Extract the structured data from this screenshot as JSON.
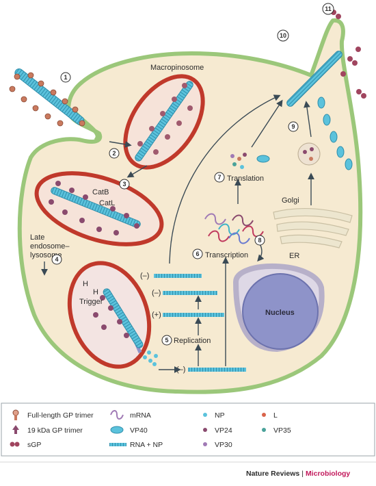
{
  "labels": {
    "macropinosome": "Macropinosome",
    "catb": "CatB",
    "catl": "CatL",
    "late_endosome_1": "Late",
    "late_endosome_2": "endosome–",
    "late_endosome_3": "lysosome",
    "h_plus_1": "H",
    "h_plus_2": "H",
    "trigger": "Trigger",
    "translation": "Translation",
    "transcription": "Transcription",
    "replication": "Replication",
    "golgi": "Golgi",
    "er": "ER",
    "nucleus": "Nucleus",
    "strand_minus_top": "(–)",
    "strand_minus_mid": "(–)",
    "strand_plus": "(+)",
    "strand_minus_bottom": "(–)"
  },
  "steps": [
    "1",
    "2",
    "3",
    "4",
    "5",
    "6",
    "7",
    "8",
    "9",
    "10",
    "11"
  ],
  "legend": {
    "full_gp": "Full-length GP trimer",
    "gp19": "19 kDa GP trimer",
    "sgp": "sGP",
    "mrna": "mRNA",
    "vp40": "VP40",
    "rna_np": "RNA + NP",
    "np": "NP",
    "vp24": "VP24",
    "vp30": "VP30",
    "l": "L",
    "vp35": "VP35"
  },
  "credit": {
    "journal": "Nature Reviews",
    "section": "Microbiology"
  },
  "colors": {
    "cytoplasm": "#f6ead1",
    "membrane": "#9bc77a",
    "vesicle_wall": "#c0392b",
    "rna_np": "#5bc2dc",
    "gp": "#c97a5f",
    "nucleus": "#8e93c9",
    "sgp": "#a0455f"
  }
}
